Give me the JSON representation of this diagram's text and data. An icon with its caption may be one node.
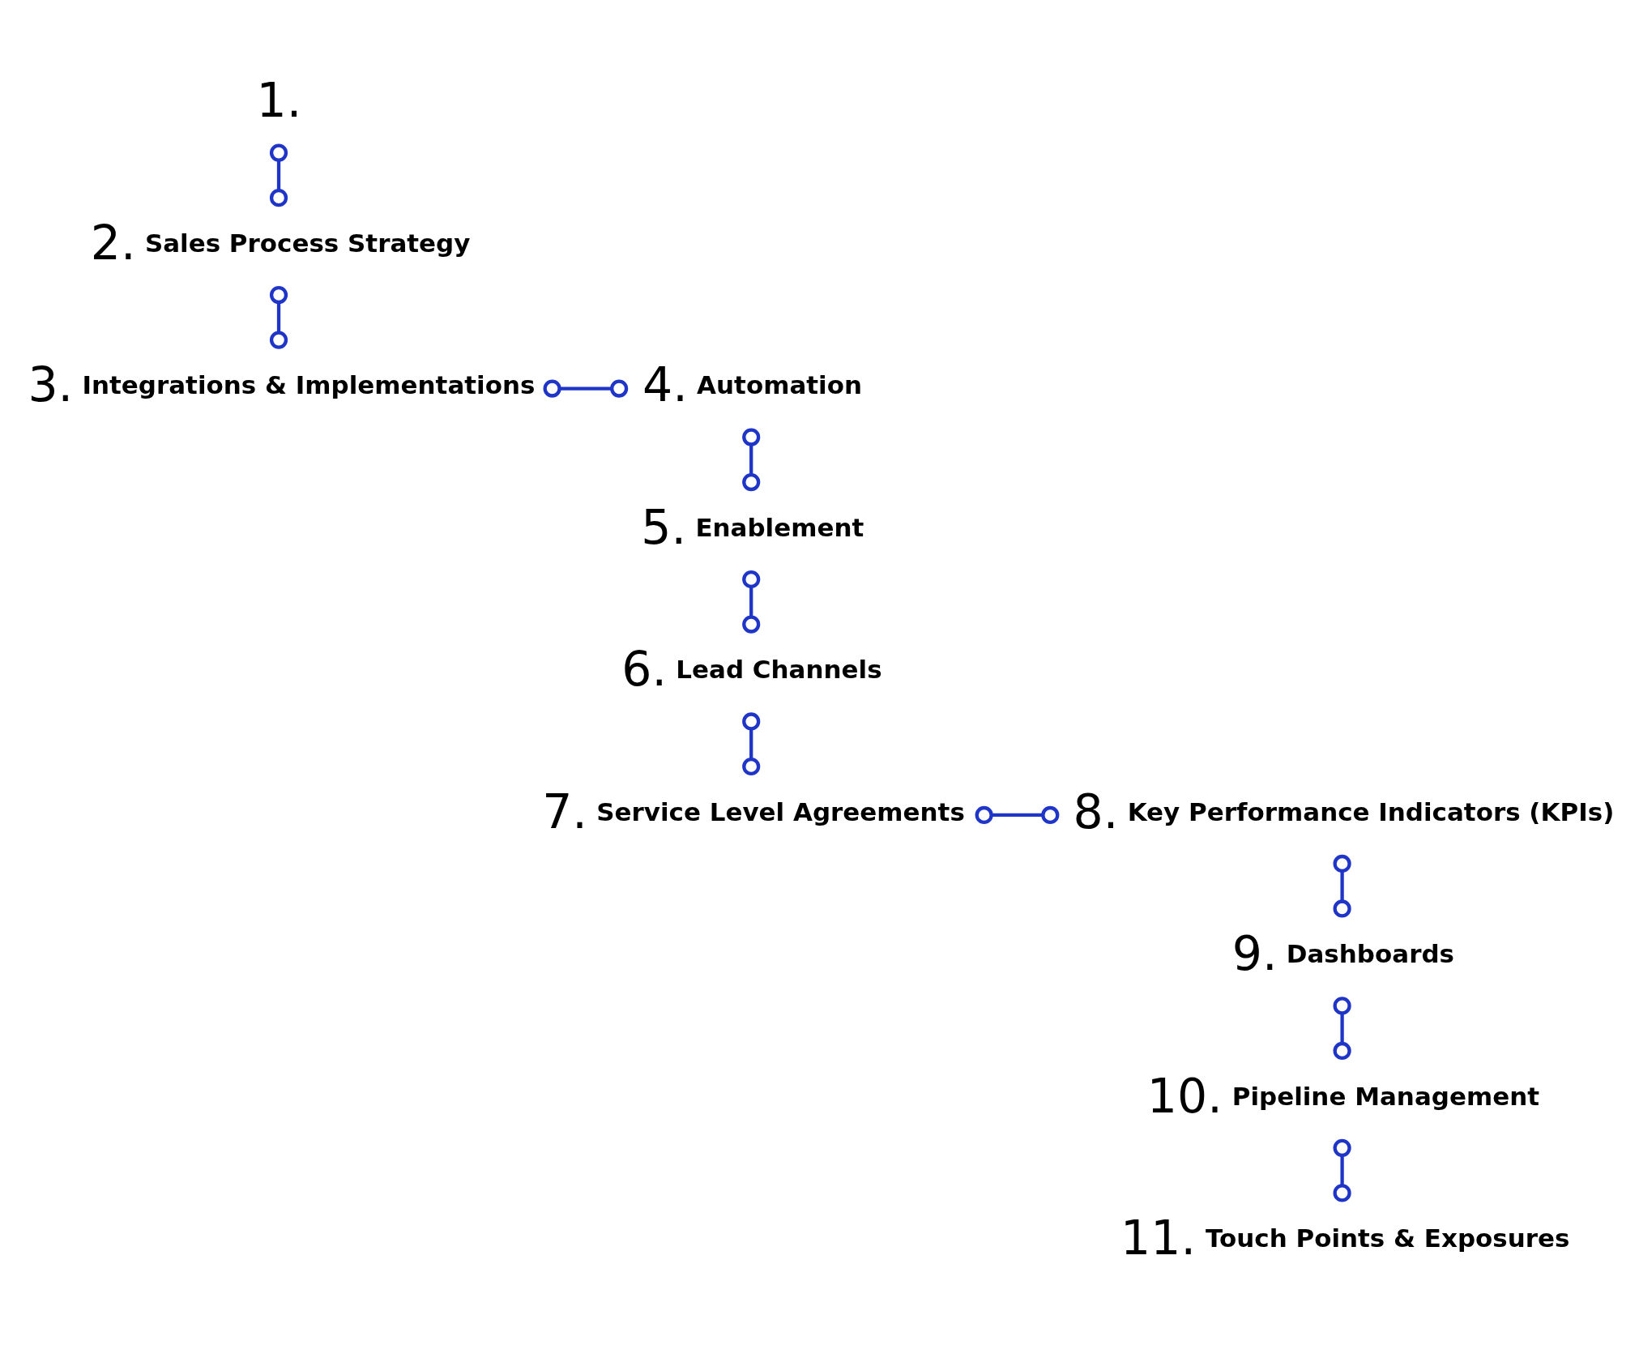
{
  "diagram": {
    "nodes": [
      {
        "text": [
          "1."
        ]
      },
      {
        "text": [
          "2.",
          "Sales Process Strategy"
        ]
      },
      {
        "text": [
          "3.",
          "Integrations & Implementations"
        ]
      },
      {
        "text": [
          "4.",
          "Automation"
        ]
      },
      {
        "text": [
          "5.",
          "Enablement"
        ]
      },
      {
        "text": [
          "6.",
          "Lead Channels"
        ]
      },
      {
        "text": [
          "7.",
          "Service Level Agreements"
        ]
      },
      {
        "text": [
          "8.",
          "Key Performance Indicators (KPIs)"
        ]
      },
      {
        "text": [
          "9.",
          "Dashboards"
        ]
      },
      {
        "text": [
          "10.",
          "Pipeline Management"
        ]
      },
      {
        "text": [
          "11.",
          "Touch Points & Exposures"
        ]
      }
    ],
    "edges": [
      {
        "from": 0,
        "to": 1,
        "arrow": "other"
      },
      {
        "from": 1,
        "to": 2,
        "arrow": "other"
      },
      {
        "from": 2,
        "to": 3,
        "arrow": "other"
      },
      {
        "from": 3,
        "to": 4,
        "arrow": "other"
      },
      {
        "from": 4,
        "to": 5,
        "arrow": "other"
      },
      {
        "from": 5,
        "to": 6,
        "arrow": "other"
      },
      {
        "from": 6,
        "to": 7,
        "arrow": "other"
      },
      {
        "from": 7,
        "to": 8,
        "arrow": "other"
      },
      {
        "from": 8,
        "to": 9,
        "arrow": "other"
      },
      {
        "from": 9,
        "to": 10,
        "arrow": "other"
      }
    ]
  }
}
